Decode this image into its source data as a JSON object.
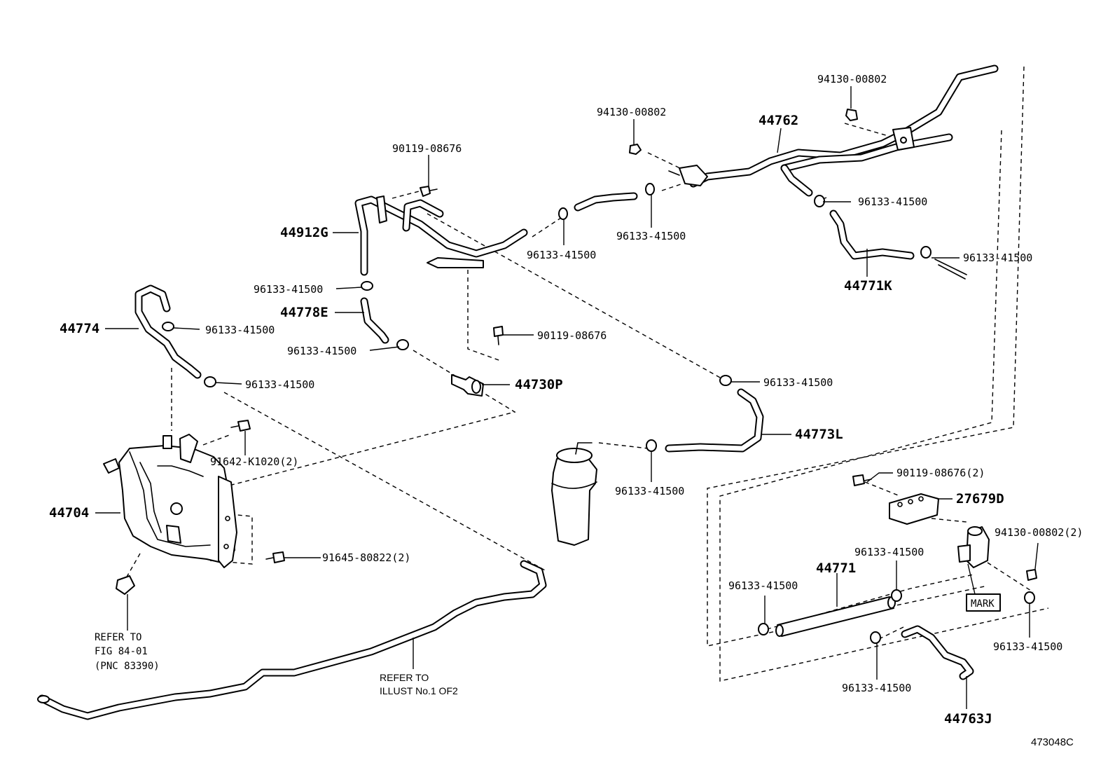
{
  "labels": {
    "p94130_a": "94130-00802",
    "p94130_b": "94130-00802",
    "p44762": "44762",
    "p90119_a": "90119-08676",
    "p44912G": "44912G",
    "p96133_a": "96133-41500",
    "p96133_b": "96133-41500",
    "p96133_c": "96133-41500",
    "p96133_d": "96133-41500",
    "p44771K": "44771K",
    "p96133_e": "96133-41500",
    "p44778E": "44778E",
    "p44774": "44774",
    "p96133_f": "96133-41500",
    "p90119_b": "90119-08676",
    "p96133_g": "96133-41500",
    "p44730P": "44730P",
    "p96133_h": "96133-41500",
    "p96133_i": "96133-41500",
    "p91642": "91642-K1020(2)",
    "p44773L": "44773L",
    "p96133_j": "96133-41500",
    "p90119_c": "90119-08676(2)",
    "p27679D": "27679D",
    "p44704": "44704",
    "p94130_c": "94130-00802(2)",
    "p96133_k": "96133-41500",
    "p91645": "91645-80822(2)",
    "p44771": "44771",
    "p96133_l": "96133-41500",
    "mark": "MARK",
    "p96133_m": "96133-41500",
    "p96133_n": "96133-41500",
    "p44763J": "44763J",
    "refer_fig_1": "REFER TO",
    "refer_fig_2": "FIG 84-01",
    "refer_fig_3": "(PNC 83390)",
    "refer_illust_1": "REFER TO",
    "refer_illust_2": "ILLUST No.1 OF2",
    "figure_code": "473048C"
  }
}
